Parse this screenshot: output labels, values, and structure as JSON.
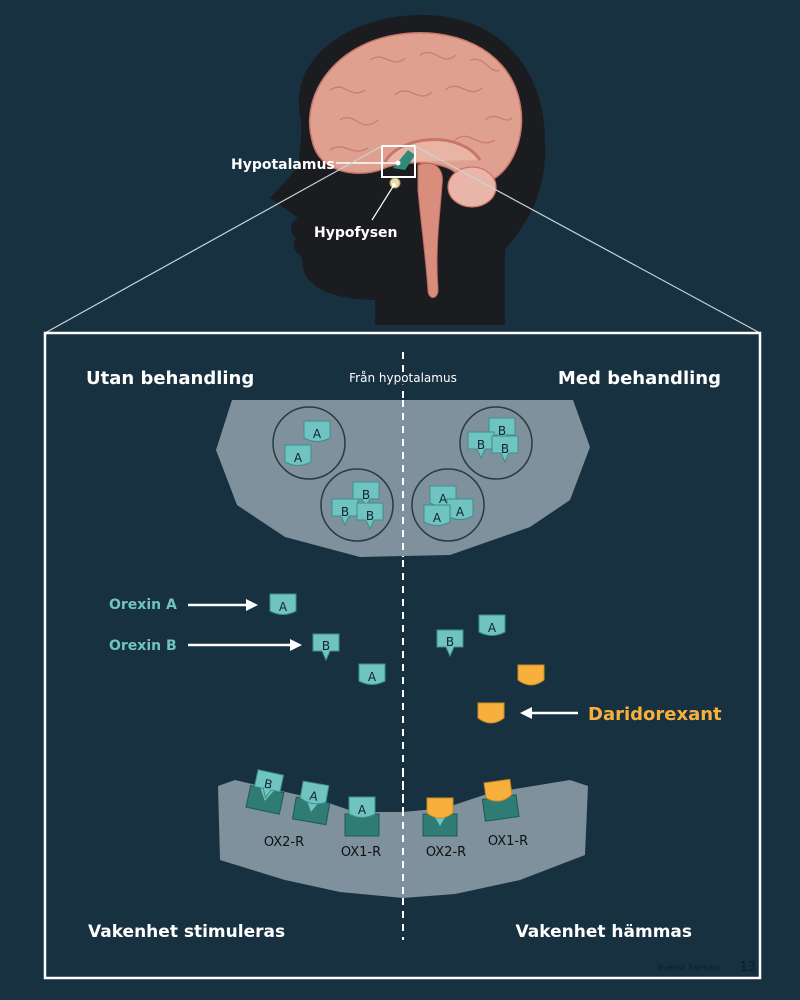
{
  "head": {
    "hypothalamus_label": "Hypotalamus",
    "pituitary_label": "Hypofysen"
  },
  "panel": {
    "left_heading": "Utan behandling",
    "center_heading": "Från hypotalamus",
    "right_heading": "Med behandling",
    "left_footer": "Vakenhet stimuleras",
    "right_footer": "Vakenhet hämmas"
  },
  "neuron": {
    "vesicles": [
      {
        "side": "left",
        "contents": [
          "A",
          "A"
        ]
      },
      {
        "side": "left",
        "contents": [
          "B",
          "B",
          "B"
        ]
      },
      {
        "side": "right",
        "contents": [
          "B",
          "B",
          "B"
        ]
      },
      {
        "side": "right",
        "contents": [
          "A",
          "A",
          "A"
        ]
      }
    ]
  },
  "free_molecules": {
    "orexin_a_label": "Orexin A",
    "orexin_b_label": "Orexin B",
    "drug_label": "Daridorexant",
    "left": [
      "A",
      "B",
      "A"
    ],
    "right": [
      "B",
      "A"
    ]
  },
  "receptors": {
    "left": [
      {
        "type": "OX2-R",
        "bound": "B"
      },
      {
        "type": "OX2-R",
        "bound": "A"
      },
      {
        "type": "OX1-R",
        "bound": "A"
      }
    ],
    "right": [
      {
        "type": "OX2-R",
        "bound": "Daridorexant"
      },
      {
        "type": "OX1-R",
        "bound": "Daridorexant"
      }
    ],
    "labels": [
      "OX2-R",
      "OX1-R",
      "OX2-R",
      "OX1-R"
    ]
  },
  "footer": {
    "publication": "Svensk Farmaci",
    "page_number": "13"
  },
  "colors": {
    "background": "#183140",
    "orexin": "#6fc4c1",
    "orexin_label": "#6fc4c1",
    "drug": "#f8b03c",
    "cell": "#7e919c",
    "receptor": "#2f7c74",
    "brain": "#e0a090",
    "head_silhouette": "#1b1c20"
  }
}
